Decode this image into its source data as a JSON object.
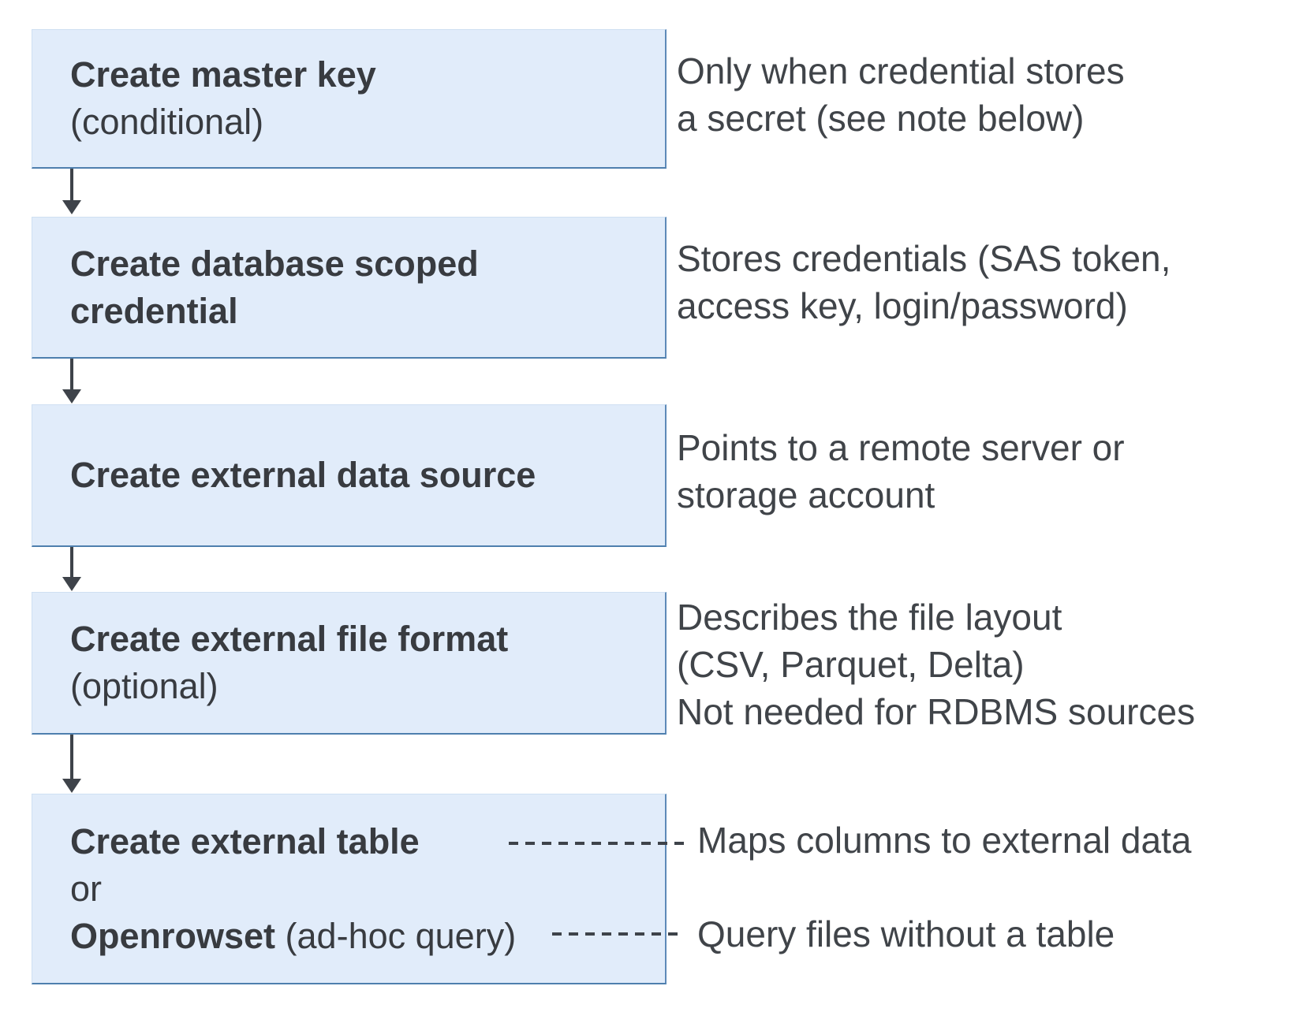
{
  "colors": {
    "box_fill": "#e1ecfa",
    "box_border_strong": "#4e7fae",
    "box_border_light": "#cfe0f2",
    "text_dark": "#383b40",
    "annotation_text": "#404449",
    "connector": "#3e434a",
    "background": "#ffffff"
  },
  "steps": [
    {
      "title": "Create master key",
      "subtitle": "(conditional)",
      "annotation": "Only when credential stores\na secret (see note below)"
    },
    {
      "title": "Create database scoped credential",
      "subtitle": "",
      "annotation": "Stores credentials (SAS token,\naccess key, login/password)"
    },
    {
      "title": "Create external data source",
      "subtitle": "",
      "annotation": "Points to a remote server or\nstorage account"
    },
    {
      "title": "Create external file format",
      "subtitle": "(optional)",
      "annotation": "Describes the file layout\n(CSV, Parquet, Delta)\nNot needed for RDBMS sources"
    },
    {
      "line1_bold": "Create external table",
      "line2": "or",
      "line3_bold": "Openrowset",
      "line3_regular": " (ad-hoc query)",
      "annotation_table": "Maps columns to external data",
      "annotation_openrowset": "Query files without a table"
    }
  ]
}
